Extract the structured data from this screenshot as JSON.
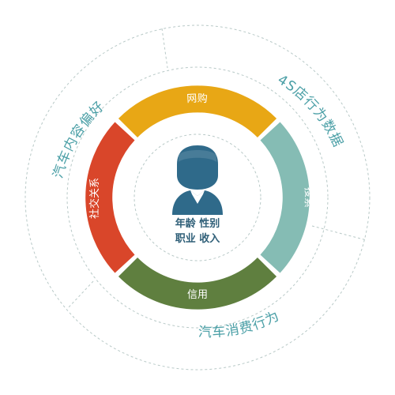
{
  "diagram": {
    "center": {
      "line1": "年龄 性别",
      "line2": "职业 收入"
    },
    "ring": [
      {
        "key": "top",
        "label": "网购",
        "color": "#e8a715"
      },
      {
        "key": "right",
        "label": "搜索",
        "color": "#85bcb4"
      },
      {
        "key": "bottom",
        "label": "信用",
        "color": "#5f7f3f"
      },
      {
        "key": "left",
        "label": "社交关系",
        "color": "#d9462a"
      }
    ],
    "outer": [
      {
        "key": "top-right",
        "label": "4S店行为数据"
      },
      {
        "key": "left",
        "label": "汽车内容偏好"
      },
      {
        "key": "bottom",
        "label": "汽车消费行为"
      }
    ],
    "colors": {
      "outer_text": "#4a9fa6",
      "dashed": "#b8c9c7",
      "icon": "#2f6a8a"
    }
  }
}
